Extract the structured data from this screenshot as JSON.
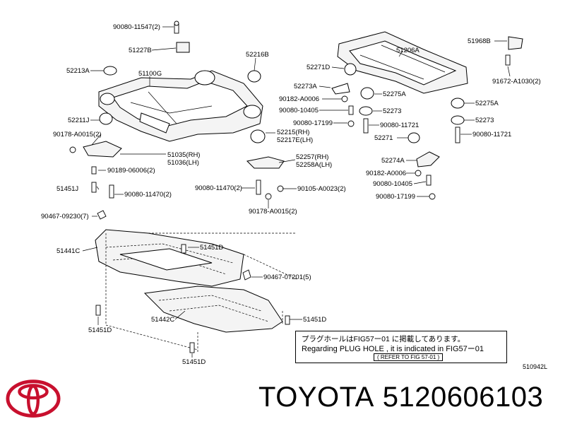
{
  "diagram": {
    "part_labels": [
      "90080-11547(2)",
      "51227B",
      "52216B",
      "52213A",
      "51100G",
      "52211J",
      "90178-A0015(2)",
      "52215(RH)",
      "52217E(LH)",
      "51035(RH)",
      "51036(LH)",
      "90189-06006(2)",
      "51451J",
      "90080-11470(2)",
      "52257(RH)",
      "52258A(LH)",
      "90080-11470(2)",
      "90105-A0023(2)",
      "90178-A0015(2)",
      "90467-09230(7)",
      "51441C",
      "51451D",
      "90467-07201(5)",
      "51451D",
      "51442C",
      "51451D",
      "51451D",
      "51206A",
      "51968B",
      "52271D",
      "91672-A1030(2)",
      "52273A",
      "90182-A0006",
      "52275A",
      "90080-10405",
      "52273",
      "52275A",
      "90080-17199",
      "90080-11721",
      "52273",
      "52271",
      "90080-11721",
      "52274A",
      "90182-A0006",
      "90080-10405",
      "90080-17199"
    ],
    "note": {
      "line1": "プラグホールはFIG57ー01 に掲載してあります。",
      "line2": "Regarding  PLUG HOLE  , it is indicated in FIG57ー01",
      "line3": "( REFER TO FIG 57-01 )"
    },
    "figure_code": "510942L"
  },
  "footer": {
    "brand": "TOYOTA",
    "part_number": "5120606103",
    "logo_icon": "toyota-logo-icon",
    "logo_color": "#c8102e"
  }
}
